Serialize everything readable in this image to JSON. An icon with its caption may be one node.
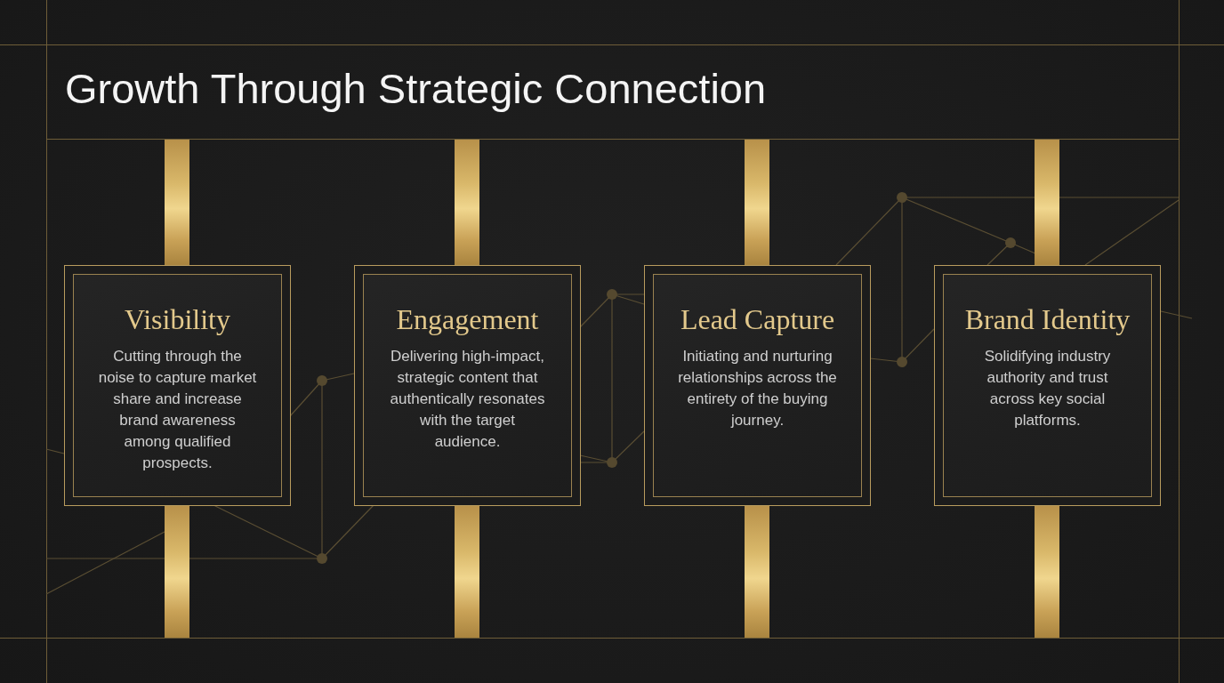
{
  "diagram": {
    "title": "Growth Through Strategic Connection",
    "nodes": [
      {
        "text": [
          "Visibility",
          "Cutting through the noise to capture market share and increase brand awareness among qualified prospects."
        ]
      },
      {
        "text": [
          "Engagement",
          "Delivering high-impact, strategic content that authentically resonates with the target audience."
        ]
      },
      {
        "text": [
          "Lead Capture",
          "Initiating and nurturing relationships across the entirety of the buying journey."
        ]
      },
      {
        "text": [
          "Brand Identity",
          "Solidifying industry authority and trust across key social platforms."
        ]
      }
    ]
  }
}
